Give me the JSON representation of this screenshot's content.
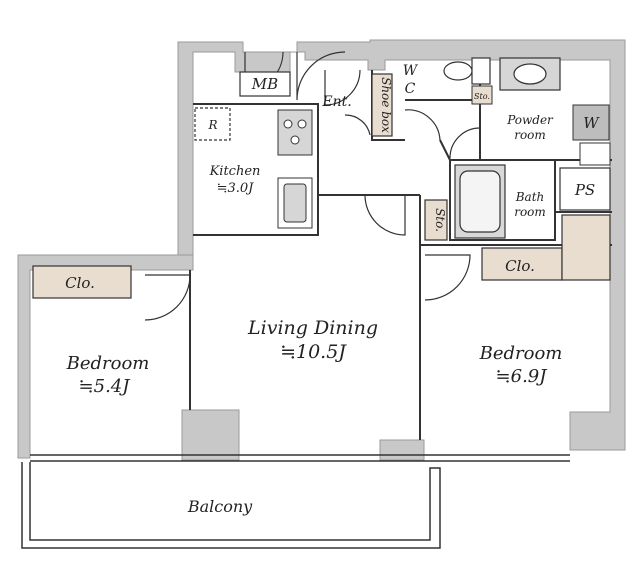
{
  "colors": {
    "wall": "#c8c8c8",
    "wall_outline": "#9a9a9a",
    "line": "#333333",
    "storage": "#e9ddd0",
    "washer": "#bdbdbd",
    "floor": "#ffffff"
  },
  "rooms": {
    "mb": "MB",
    "entrance": "Ent.",
    "shoe_box": "Shoe box",
    "wc_w": "W",
    "wc_c": "C",
    "sto_wc": "Sto.",
    "powder_1": "Powder",
    "powder_2": "room",
    "washer": "W",
    "fridge": "R",
    "kitchen_name": "Kitchen",
    "kitchen_size": "≒3.0J",
    "sto_hall": "Sto.",
    "bath_1": "Bath",
    "bath_2": "room",
    "ps": "PS",
    "clo_left": "Clo.",
    "clo_right": "Clo.",
    "living_name": "Living Dining",
    "living_size": "≒10.5J",
    "bed_left_name": "Bedroom",
    "bed_left_size": "≒5.4J",
    "bed_right_name": "Bedroom",
    "bed_right_size": "≒6.9J",
    "balcony": "Balcony"
  }
}
